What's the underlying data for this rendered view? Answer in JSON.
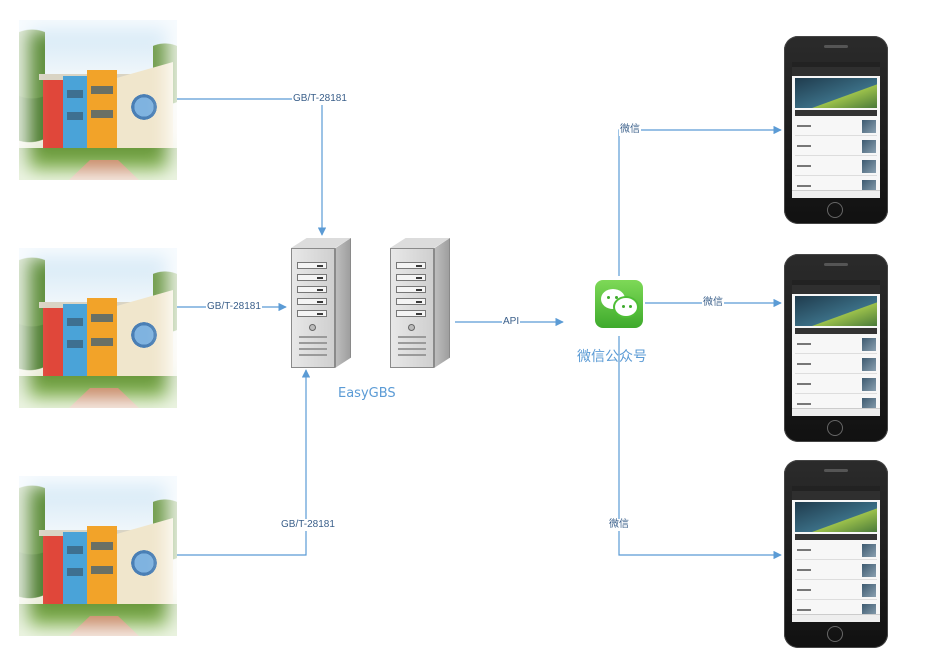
{
  "labels": {
    "protocol_top": "GB/T-28181",
    "protocol_mid": "GB/T-28181",
    "protocol_bottom": "GB/T-28181",
    "api": "API",
    "wechat_top": "微信",
    "wechat_mid": "微信",
    "wechat_bottom": "微信"
  },
  "nodes": {
    "server_title": "EasyGBS",
    "wechat_title": "微信公众号"
  },
  "colors": {
    "connector": "#5b9bd5",
    "label_text": "#3a5f8a",
    "wechat_green": "#3eaa2c"
  },
  "icons": {
    "cameras": "building-photo",
    "servers": "server-tower-icon",
    "wechat": "wechat-icon",
    "clients": "smartphone-icon"
  }
}
